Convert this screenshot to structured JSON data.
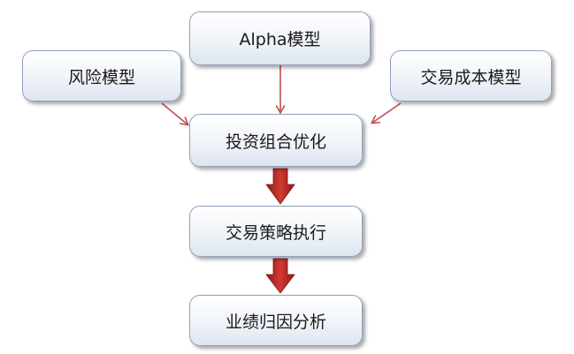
{
  "nodes": {
    "alpha_model": "Alpha模型",
    "risk_model": "风险模型",
    "transaction_cost_model": "交易成本模型",
    "portfolio_optimization": "投资组合优化",
    "trade_execution": "交易策略执行",
    "performance_attribution": "业绩归因分析"
  },
  "colors": {
    "thin_arrow": "#c0504d",
    "thick_arrow": "#b52424",
    "box_border": "#8fa2bc",
    "box_fill_bottom": "#dde5f0"
  }
}
